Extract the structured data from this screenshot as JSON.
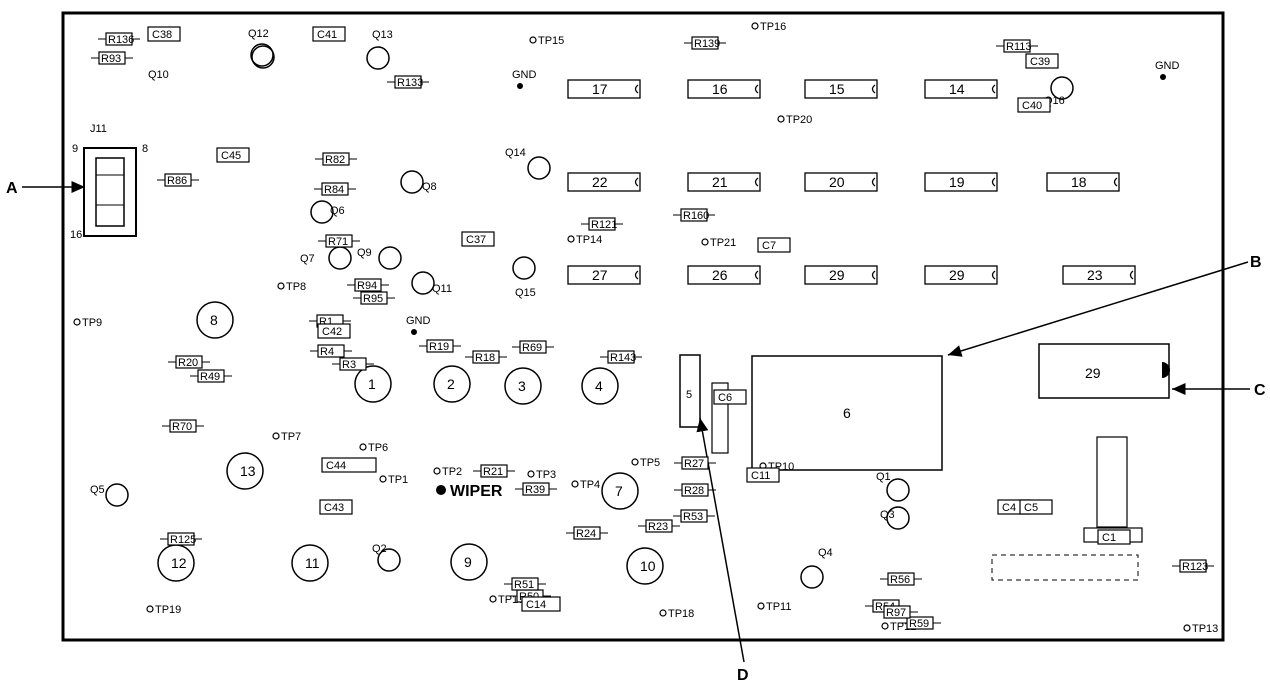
{
  "callouts": {
    "a": "A",
    "b": "B",
    "c": "C",
    "d": "D"
  },
  "connector": {
    "name": "J11",
    "pin9": "9",
    "pin8": "8",
    "pin16": "16"
  },
  "gnd_labels": [
    "GND",
    "GND",
    "GND"
  ],
  "wiper_label": "WIPER",
  "test_points": [
    "TP1",
    "TP2",
    "TP3",
    "TP4",
    "TP5",
    "TP6",
    "TP7",
    "TP8",
    "TP9",
    "TP10",
    "TP11",
    "TP12",
    "TP13",
    "TP14",
    "TP15",
    "TP16",
    "TP17",
    "TP18",
    "TP19",
    "TP20",
    "TP21"
  ],
  "transistors": [
    "Q1",
    "Q2",
    "Q3",
    "Q4",
    "Q5",
    "Q6",
    "Q7",
    "Q8",
    "Q9",
    "Q10",
    "Q11",
    "Q12",
    "Q13",
    "Q14",
    "Q15",
    "Q16"
  ],
  "ics_top_row": [
    "17",
    "16",
    "15",
    "14"
  ],
  "ics_middle_row": [
    "22",
    "21",
    "20",
    "19",
    "18"
  ],
  "ics_lower_row": [
    "27",
    "26",
    "29",
    "29",
    "23"
  ],
  "circle_ics": [
    "1",
    "2",
    "3",
    "4",
    "7",
    "8",
    "9",
    "10",
    "11",
    "12",
    "13"
  ],
  "big_components": {
    "b_box": "6",
    "c_box": "29",
    "d_part": "5"
  },
  "resistors": [
    "R1",
    "R3",
    "R4",
    "R18",
    "R19",
    "R20",
    "R21",
    "R23",
    "R24",
    "R27",
    "R28",
    "R39",
    "R49",
    "R50",
    "R51",
    "R53",
    "R54",
    "R56",
    "R59",
    "R69",
    "R70",
    "R71",
    "R82",
    "R84",
    "R86",
    "R93",
    "R94",
    "R95",
    "R97",
    "R113",
    "R121",
    "R123",
    "R125",
    "R133",
    "R136",
    "R139",
    "R143",
    "R160"
  ],
  "capacitors": [
    "C1",
    "C4",
    "C5",
    "C6",
    "C7",
    "C11",
    "C14",
    "C37",
    "C38",
    "C39",
    "C40",
    "C41",
    "C42",
    "C43",
    "C44",
    "C45"
  ]
}
